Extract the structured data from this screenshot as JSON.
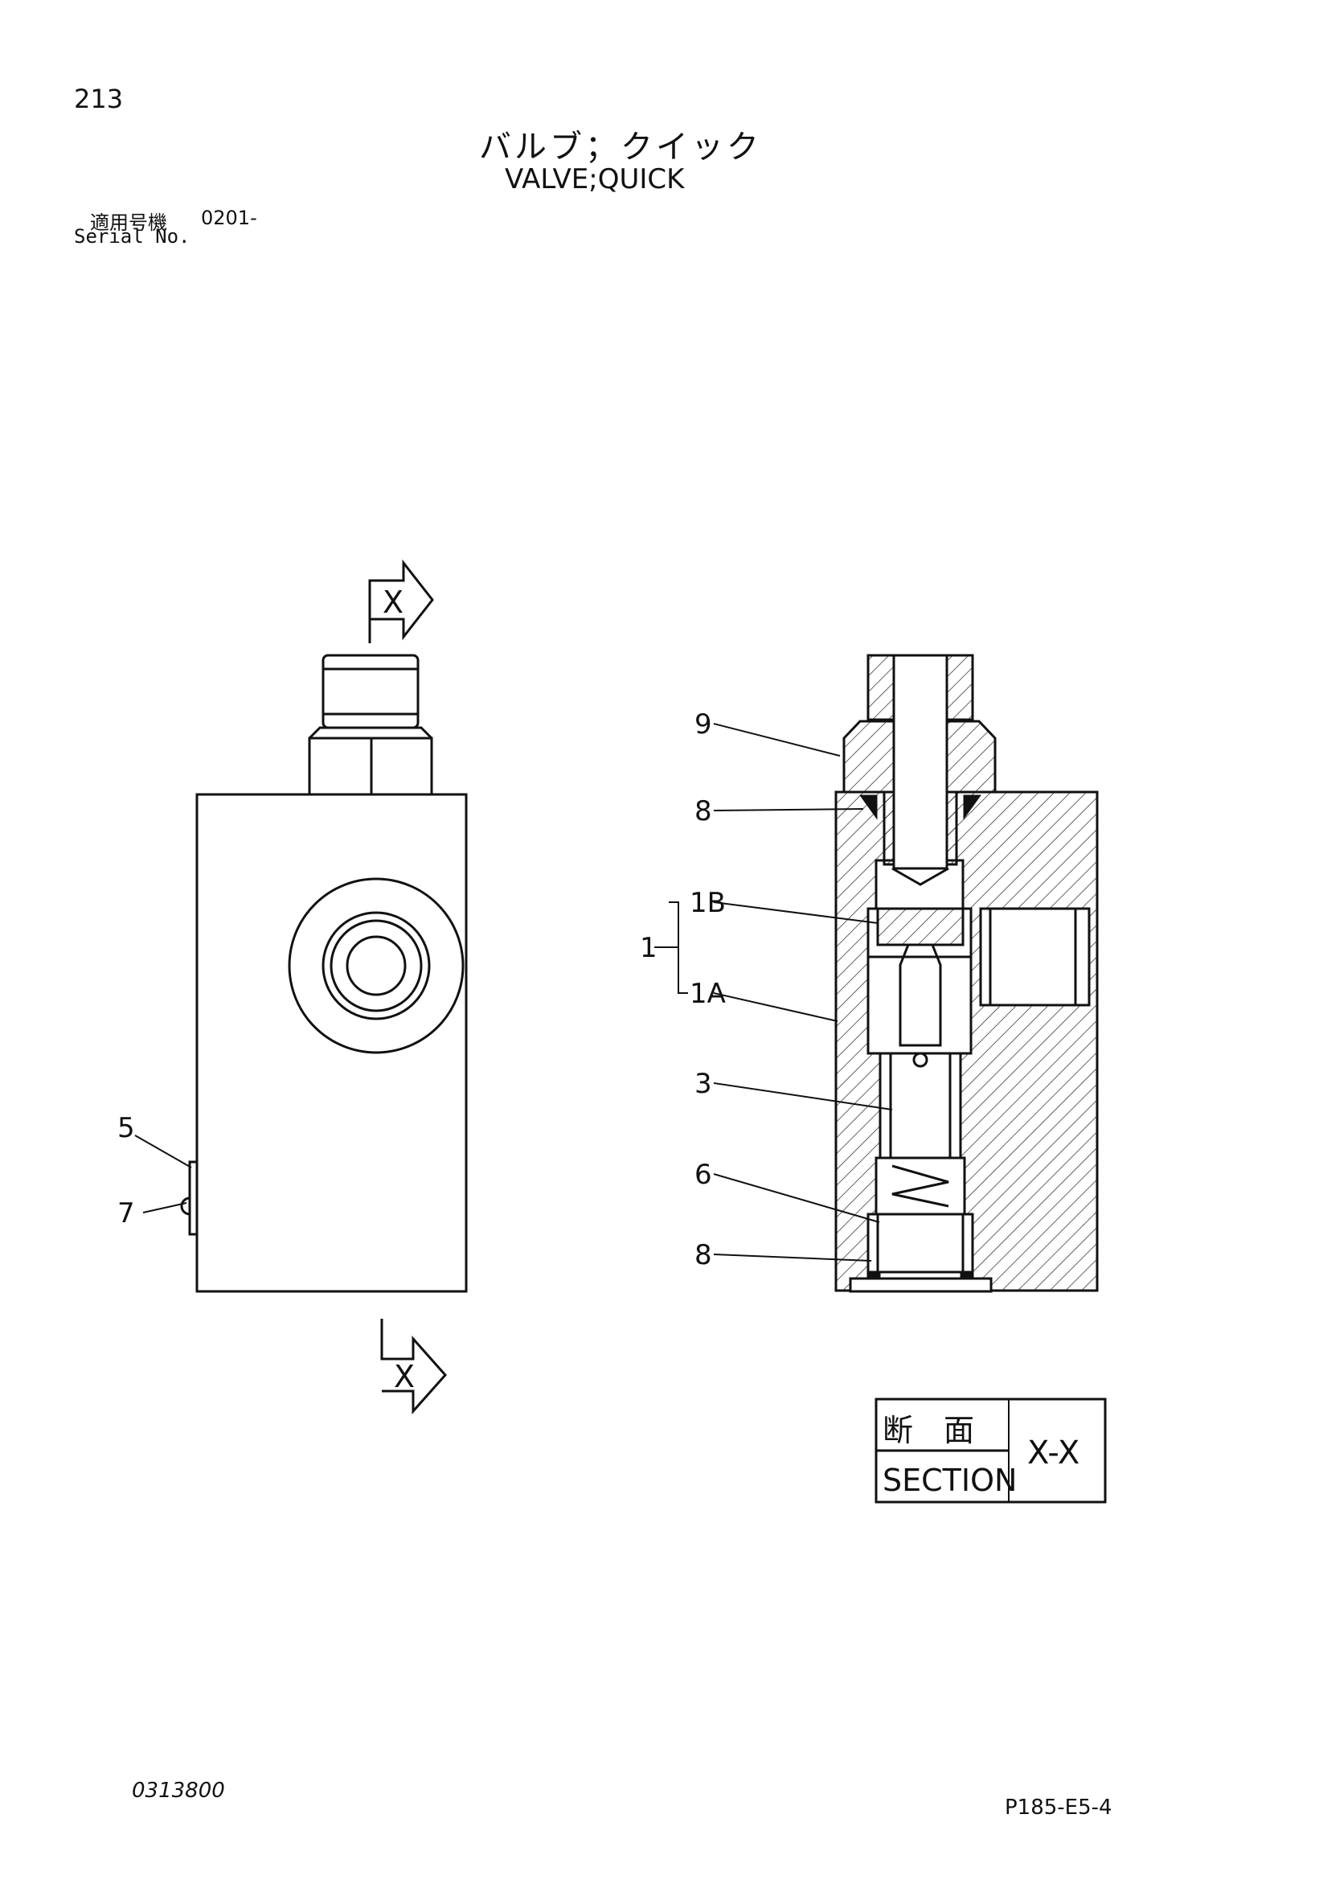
{
  "header": {
    "page_number": "213",
    "title_jp": "バルブ；クイック",
    "title_en": "VALVE;QUICK",
    "serial_label_jp": "適用号機",
    "serial_value": "0201-",
    "serial_label_en": "Serial No."
  },
  "section_marker": "X",
  "callouts": {
    "c9": "9",
    "c8_top": "8",
    "c1b": "1B",
    "c1": "1",
    "c1a": "1A",
    "c3": "3",
    "c6": "6",
    "c8_bottom": "8",
    "c5": "5",
    "c7": "7"
  },
  "section_box": {
    "label_jp": "断　面",
    "label_en": "SECTION",
    "name": "X-X"
  },
  "footer": {
    "doc_code": "0313800",
    "page_code": "P185-E5-4"
  }
}
